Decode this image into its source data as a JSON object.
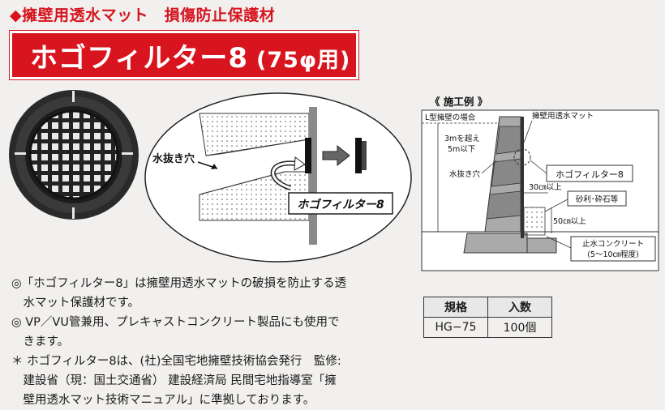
{
  "header": {
    "category": "◆擁壁用透水マット　損傷防止保護材",
    "title": "ホゴフィルター8",
    "title_suffix": "(75φ用)"
  },
  "illustration": {
    "drain_hole_label": "水抜き穴",
    "product_label": "ホゴフィルター8"
  },
  "example": {
    "title": "《 施工例 》",
    "l_wall_label": "L型擁壁の場合",
    "mat_label": "擁壁用透水マット",
    "height_label_1": "3mを超え",
    "height_label_2": "5m以下",
    "drain_hole_label": "水抜き穴",
    "product_label": "ホゴフィルター8",
    "dim_30": "30㎝以上",
    "gravel_label": "砂利･砕石等",
    "dim_50": "50㎝以上",
    "concrete_label_1": "止水コンクリート",
    "concrete_label_2": "(5～10㎝程度)"
  },
  "description": {
    "line1": "◎「ホゴフィルター8」は擁壁用透水マットの破損を防止する透",
    "line2": "　水マット保護材です。",
    "line3": "◎ VP／VU管兼用、プレキャストコンクリート製品にも使用で",
    "line4": "　きます。",
    "line5": "＊ ホゴフィルター8は、(社)全国宅地擁壁技術協会発行　監修:",
    "line6": "　建設省（現：国土交通省）  建設経済局  民間宅地指導室「擁",
    "line7": "　壁用透水マット技術マニュアル」に準拠しております。"
  },
  "spec_table": {
    "headers": [
      "規格",
      "入数"
    ],
    "row": [
      "HG−75",
      "100個"
    ]
  },
  "colors": {
    "brand_red": "#d8141e",
    "text": "#1a1a1a",
    "background": "#f1f0ee"
  }
}
